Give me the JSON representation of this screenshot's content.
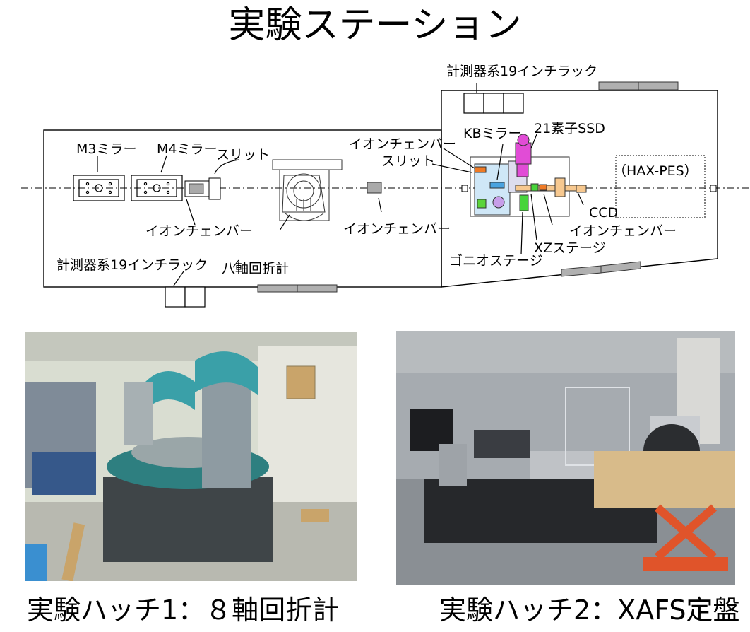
{
  "title": "実験ステーション",
  "hutch1_labels": {
    "m3_mirror": "M3ミラー",
    "m4_mirror": "M4ミラー",
    "slit": "スリット",
    "ion_chamber_a": "イオンチェンバー",
    "ion_chamber_b": "イオンチェンバー",
    "rack": "計測器系19インチラック",
    "diffractometer": "八軸回折計"
  },
  "hutch2_labels": {
    "rack": "計測器系19インチラック",
    "kb_mirror": "KBミラー",
    "ssd": "21素子SSD",
    "ion_chamber_top": "イオンチェンバー",
    "slit": "スリット",
    "hax_pes": "（HAX-PES）",
    "ccd": "CCD",
    "ion_chamber_bottom": "イオンチェンバー",
    "xz_stage": "XZステージ",
    "gonio_stage": "ゴニオステージ"
  },
  "captions": {
    "left": "実験ハッチ1：８軸回折計",
    "right": "実験ハッチ2：XAFS定盤"
  }
}
